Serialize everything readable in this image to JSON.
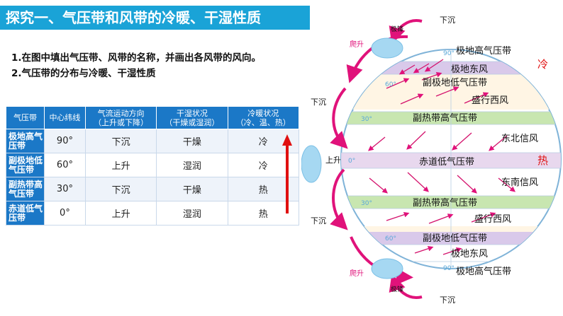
{
  "title": "探究一、气压带和风带的冷暖、干湿性质",
  "questions": [
    "1.在图中填出气压带、风带的名称，并画出各风带的风向。",
    "2.气压带的分布与冷暖、干湿性质"
  ],
  "table": {
    "headers": [
      "气压带",
      "中心纬线",
      "气流运动方向\n（上升或下降）",
      "干湿状况\n（干燥或湿润）",
      "冷暖状况\n（冷、温、热）"
    ],
    "rows": [
      [
        "极地高气压带",
        "90°",
        "下沉",
        "干燥",
        "冷"
      ],
      [
        "副极地低气压带",
        "60°",
        "上升",
        "湿润",
        "冷"
      ],
      [
        "副热带高气压带",
        "30°",
        "下沉",
        "干燥",
        "热"
      ],
      [
        "赤道低气压带",
        "0°",
        "上升",
        "湿润",
        "热"
      ]
    ]
  },
  "diagram": {
    "bands": [
      "极地高气压带",
      "极地东风",
      "副极地低气压带",
      "盛行西风",
      "副热带高气压带",
      "东北信风",
      "赤道低气压带",
      "东南信风",
      "副热带高气压带",
      "盛行西风",
      "副极地低气压带",
      "极地东风",
      "极地高气压带"
    ],
    "lat_labels": [
      "90°",
      "60°",
      "30°",
      "0°",
      "30°",
      "60°",
      "90°"
    ],
    "side_labels": {
      "cold": "冷",
      "hot": "热"
    },
    "air_labels": {
      "top_down": "下沉",
      "front": "极锋",
      "climb_top": "爬升",
      "left_down_top": "下沉",
      "up": "上升",
      "left_down_bottom": "下沉",
      "climb_bottom": "爬升",
      "front_bottom": "极锋",
      "bottom_down": "下沉"
    }
  }
}
